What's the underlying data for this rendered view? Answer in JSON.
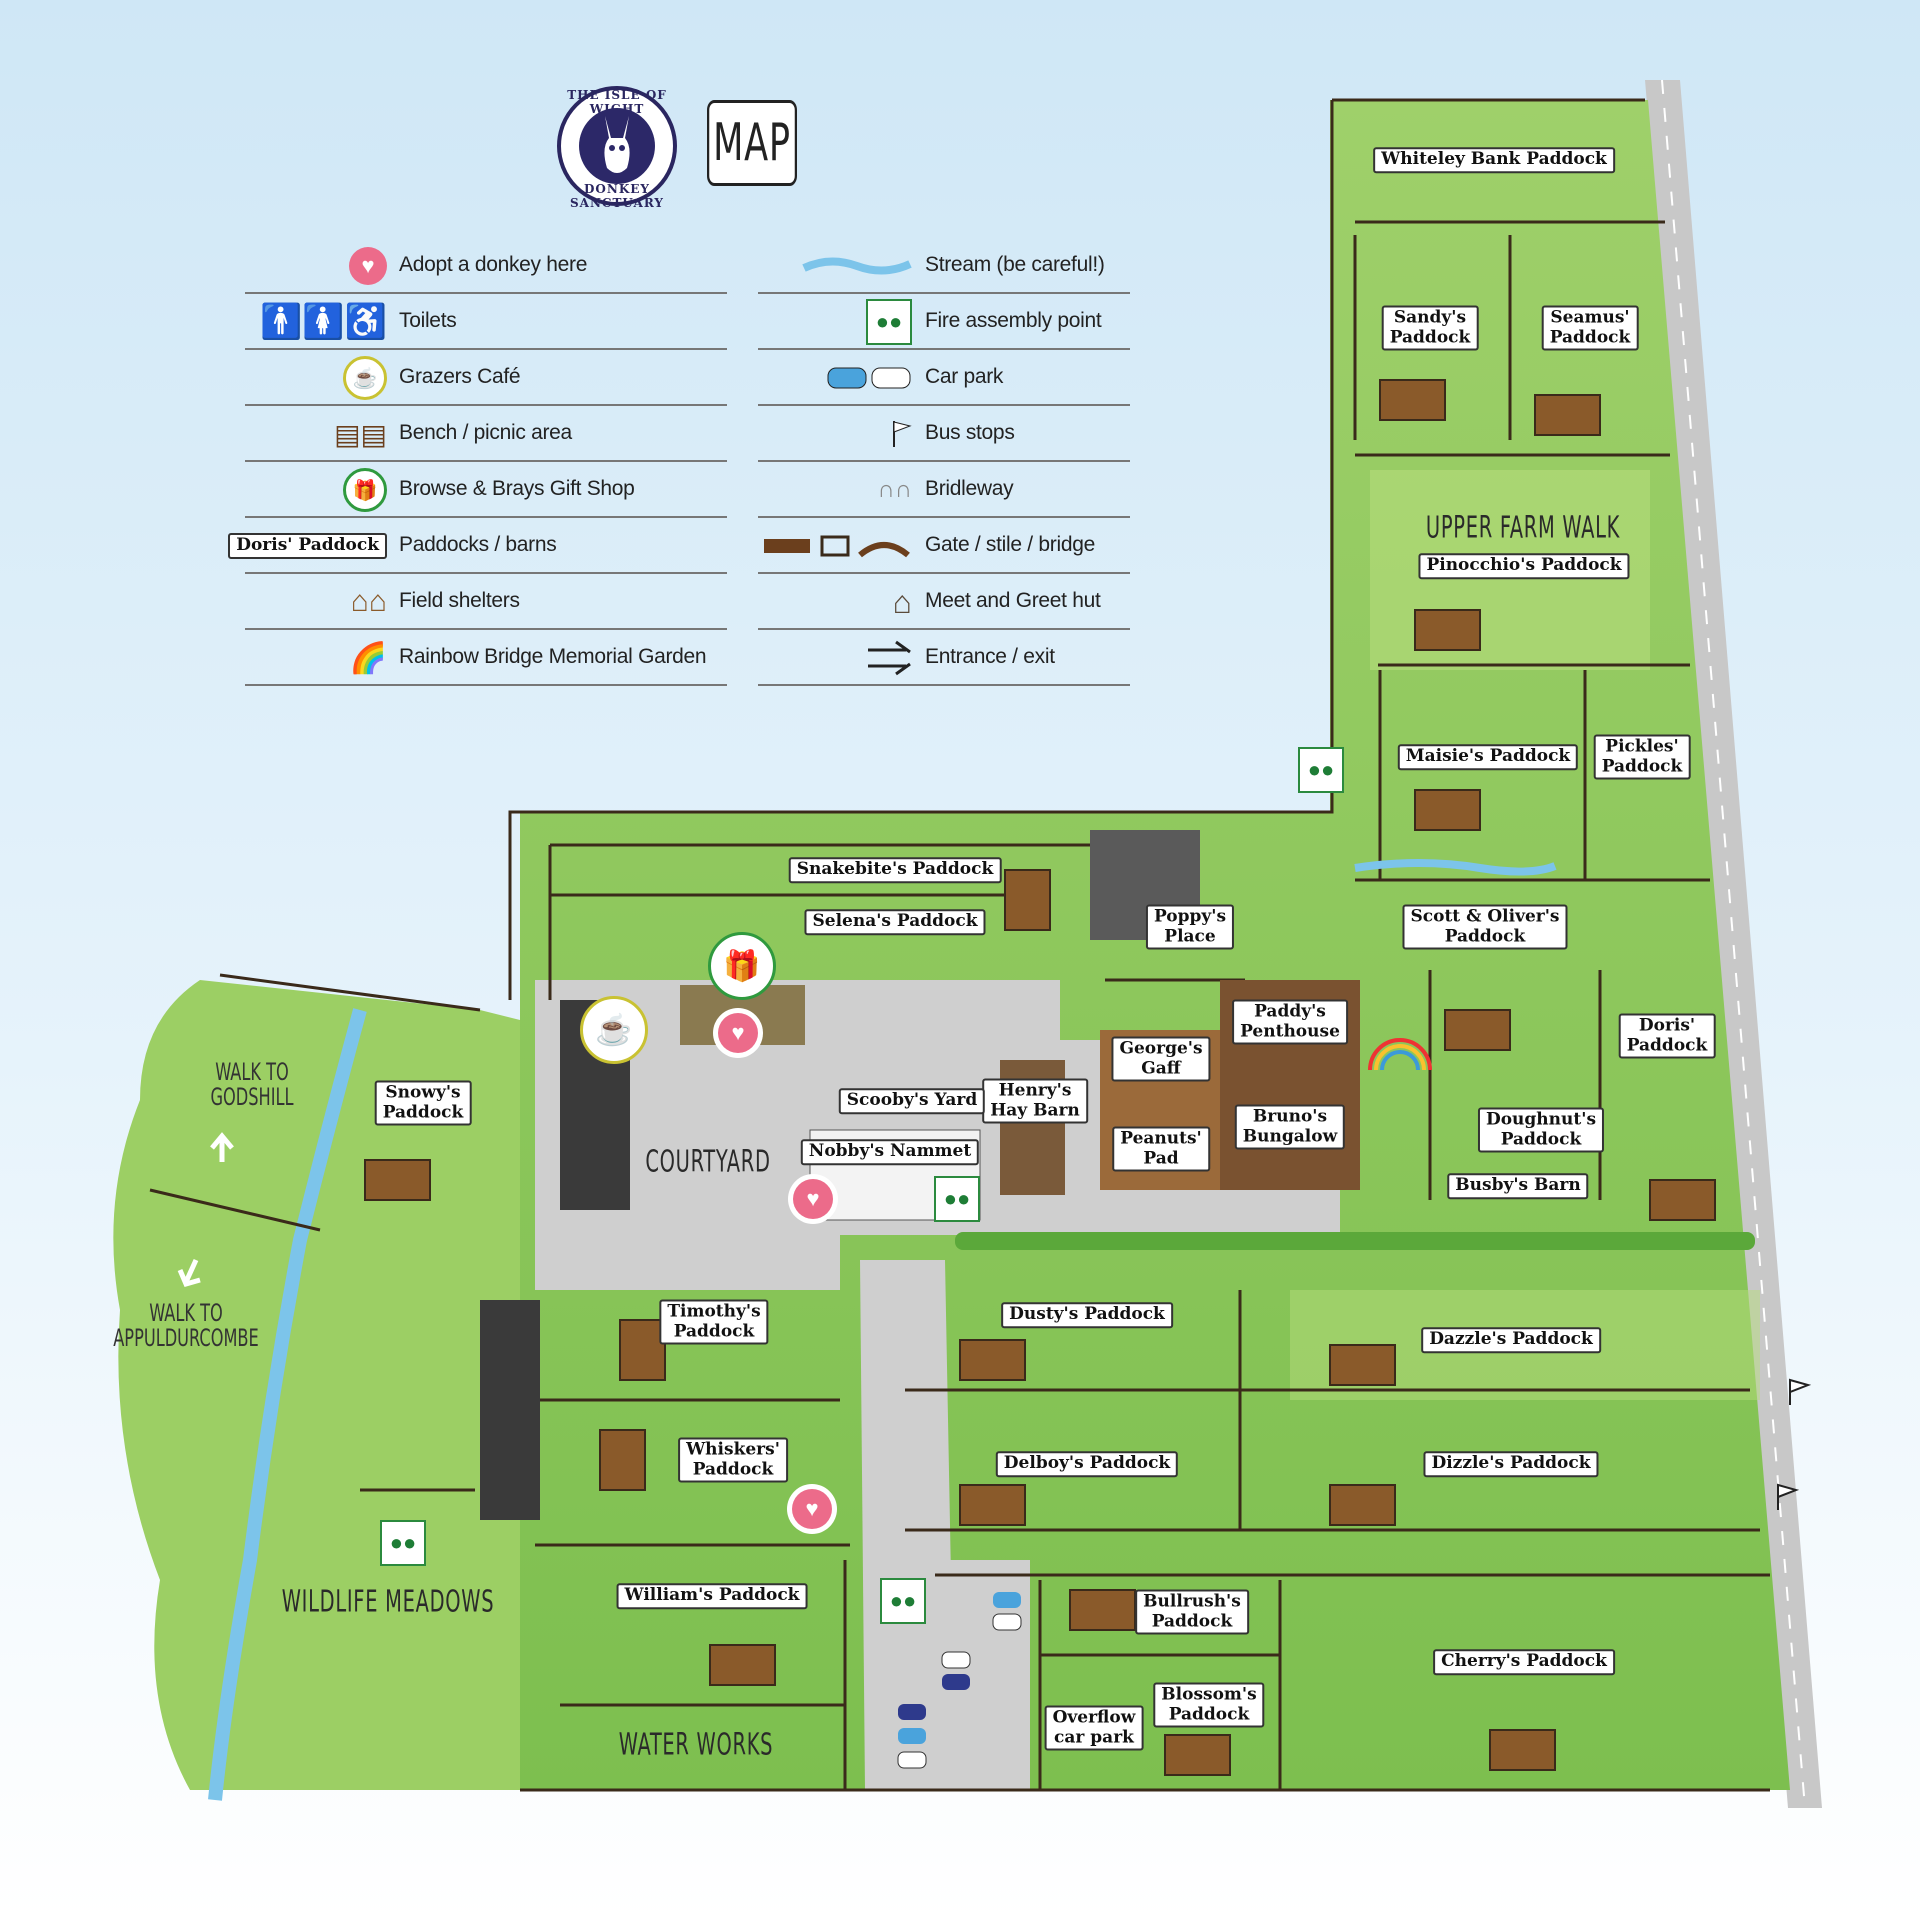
{
  "header": {
    "logo_text_top": "THE ISLE OF WIGHT",
    "logo_text_bottom": "DONKEY SANCTUARY",
    "title": "MAP"
  },
  "legend": {
    "left": [
      {
        "icon": "heart-icon",
        "label": "Adopt a donkey here"
      },
      {
        "icon": "toilets-icon",
        "label": "Toilets"
      },
      {
        "icon": "cafe-cup-icon",
        "label": "Grazers Café"
      },
      {
        "icon": "bench-icon",
        "label": "Bench / picnic area"
      },
      {
        "icon": "gift-shop-icon",
        "label": "Browse & Brays Gift Shop"
      },
      {
        "icon": "paddock-sign-icon",
        "label": "Paddocks / barns",
        "sample": "Doris' Paddock"
      },
      {
        "icon": "field-shelter-icon",
        "label": "Field shelters"
      },
      {
        "icon": "rainbow-icon",
        "label": "Rainbow Bridge Memorial Garden"
      }
    ],
    "right": [
      {
        "icon": "stream-icon",
        "label": "Stream (be careful!)"
      },
      {
        "icon": "fire-assembly-icon",
        "label": "Fire assembly point"
      },
      {
        "icon": "car-icon",
        "label": "Car park"
      },
      {
        "icon": "bus-stop-flag-icon",
        "label": "Bus stops"
      },
      {
        "icon": "horseshoe-icon",
        "label": "Bridleway"
      },
      {
        "icon": "gate-icon",
        "label": "Gate / stile / bridge"
      },
      {
        "icon": "hut-icon",
        "label": "Meet and Greet hut"
      },
      {
        "icon": "entrance-icon",
        "label": "Entrance / exit"
      }
    ]
  },
  "map": {
    "zones": {
      "courtyard": "COURTYARD",
      "upper_farm_walk": "UPPER FARM WALK",
      "wildlife_meadows": "WILDLIFE MEADOWS",
      "water_works": "WATER WORKS"
    },
    "walks": {
      "godshill": "WALK TO\nGODSHILL",
      "appuldurcombe": "WALK TO\nAPPULDURCOMBE"
    },
    "paddocks": [
      {
        "id": "whiteley",
        "label": "Whiteley Bank Paddock"
      },
      {
        "id": "sandy",
        "label": "Sandy's\nPaddock"
      },
      {
        "id": "seamus",
        "label": "Seamus'\nPaddock"
      },
      {
        "id": "pinocchio",
        "label": "Pinocchio's Paddock"
      },
      {
        "id": "maisie",
        "label": "Maisie's Paddock"
      },
      {
        "id": "pickles",
        "label": "Pickles'\nPaddock"
      },
      {
        "id": "snakebite",
        "label": "Snakebite's Paddock"
      },
      {
        "id": "selena",
        "label": "Selena's Paddock"
      },
      {
        "id": "poppy",
        "label": "Poppy's\nPlace"
      },
      {
        "id": "scott",
        "label": "Scott & Oliver's\nPaddock"
      },
      {
        "id": "doris",
        "label": "Doris'\nPaddock"
      },
      {
        "id": "paddy",
        "label": "Paddy's\nPenthouse"
      },
      {
        "id": "george",
        "label": "George's\nGaff"
      },
      {
        "id": "henry",
        "label": "Henry's\nHay Barn"
      },
      {
        "id": "scooby",
        "label": "Scooby's Yard"
      },
      {
        "id": "bruno",
        "label": "Bruno's\nBungalow"
      },
      {
        "id": "peanuts",
        "label": "Peanuts'\nPad"
      },
      {
        "id": "doughnut",
        "label": "Doughnut's\nPaddock"
      },
      {
        "id": "busby",
        "label": "Busby's Barn"
      },
      {
        "id": "nobby",
        "label": "Nobby's Nammet"
      },
      {
        "id": "snowy",
        "label": "Snowy's\nPaddock"
      },
      {
        "id": "timothy",
        "label": "Timothy's\nPaddock"
      },
      {
        "id": "dusty",
        "label": "Dusty's Paddock"
      },
      {
        "id": "dazzle",
        "label": "Dazzle's Paddock"
      },
      {
        "id": "whiskers",
        "label": "Whiskers'\nPaddock"
      },
      {
        "id": "delboy",
        "label": "Delboy's Paddock"
      },
      {
        "id": "dizzle",
        "label": "Dizzle's Paddock"
      },
      {
        "id": "william",
        "label": "William's Paddock"
      },
      {
        "id": "bullrush",
        "label": "Bullrush's\nPaddock"
      },
      {
        "id": "cherry",
        "label": "Cherry's Paddock"
      },
      {
        "id": "blossom",
        "label": "Blossom's\nPaddock"
      },
      {
        "id": "overflow",
        "label": "Overflow\ncar park"
      }
    ]
  },
  "colors": {
    "grass": "#8fc85a",
    "grass_light": "#b6dc7c",
    "path": "#c9c9c9",
    "stream": "#7cc4ea",
    "fence": "#3a2a1a",
    "heart": "#ec6b8a",
    "logo": "#2c2868"
  }
}
